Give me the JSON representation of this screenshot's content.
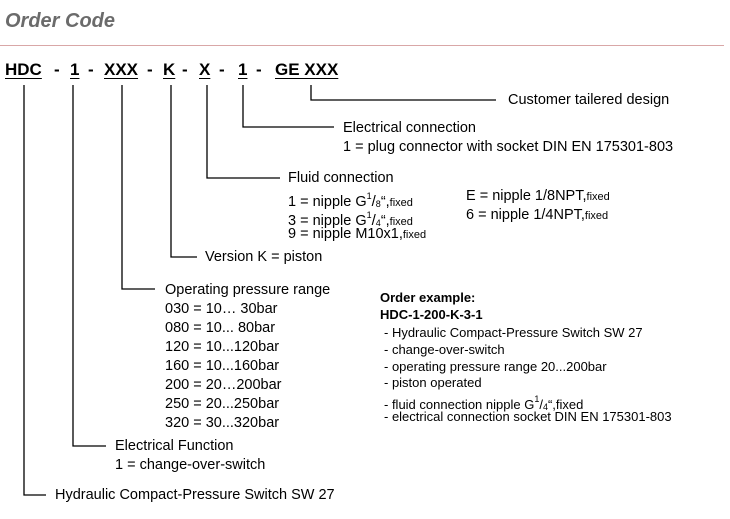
{
  "title": "Order Code",
  "code": {
    "seg1": "HDC",
    "seg2": "1",
    "seg3": "XXX",
    "seg4": "K",
    "seg5": "X",
    "seg6": "1",
    "seg7": "GE XXX",
    "dash": "-"
  },
  "labels": {
    "customer": "Customer tailered design",
    "electrical_connection": {
      "heading": "Electrical connection",
      "option": "1 = plug connector with socket DIN EN 175301-803"
    },
    "fluid_connection": {
      "heading": "Fluid connection",
      "opt1_prefix": "1 = nipple G",
      "opt1_num": "1",
      "opt1_den": "8",
      "opt1_suffix": "“,",
      "opt2_prefix": "3 = nipple G",
      "opt2_num": "1",
      "opt2_den": "4",
      "opt2_suffix": "“,",
      "opt3": "9 = nipple M10x1,",
      "optE": "E = nipple 1/8NPT,",
      "opt6": "6 = nipple 1/4NPT,",
      "fixed": "fixed"
    },
    "version": "Version K = piston",
    "pressure": {
      "heading": "Operating pressure range",
      "ranges": [
        "030 = 10… 30bar",
        "080 = 10...  80bar",
        "120 = 10...120bar",
        "160 = 10...160bar",
        "200 = 20…200bar",
        "250 = 20...250bar",
        "320 = 30...320bar"
      ]
    },
    "electrical_function": {
      "heading": "Electrical Function",
      "option": "1 = change-over-switch"
    },
    "hydraulic": "Hydraulic Compact-Pressure Switch SW 27"
  },
  "order_example": {
    "heading": "Order example:",
    "code": "HDC-1-200-K-3-1",
    "items": [
      "- Hydraulic Compact-Pressure Switch SW 27",
      "- change-over-switch",
      "- operating pressure range 20...200bar",
      "- piston operated"
    ],
    "fluid_prefix": "- fluid connection nipple G",
    "fluid_num": "1",
    "fluid_den": "4",
    "fluid_suffix": "“,fixed",
    "last_item": "- electrical connection socket DIN EN 175301-803"
  }
}
